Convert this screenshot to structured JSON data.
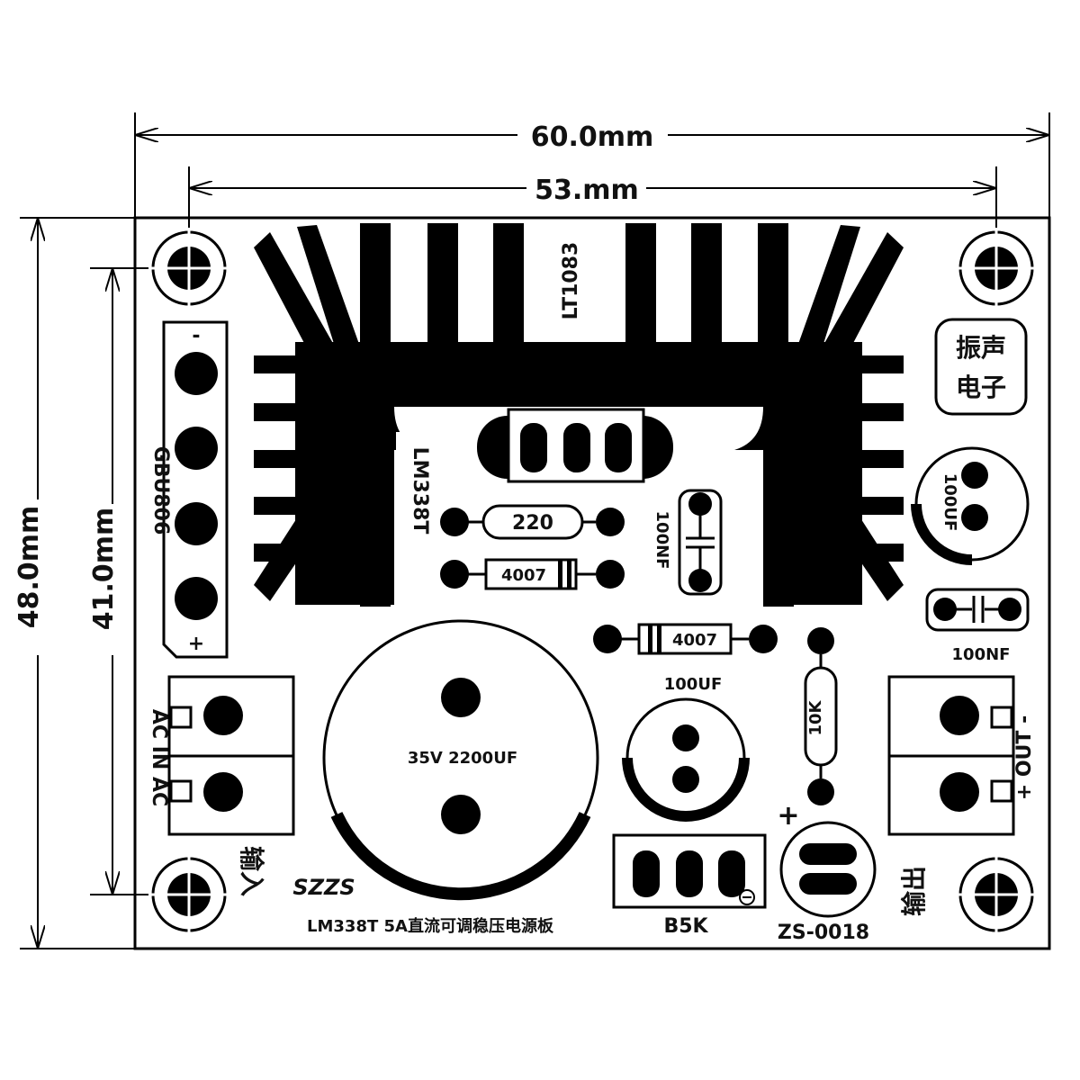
{
  "dimensions": {
    "width_outer": "60.0mm",
    "width_holes": "53.mm",
    "height_outer": "48.0mm",
    "height_holes": "41.0mm"
  },
  "components": {
    "heatsink_top": "LT1083",
    "heatsink_left": "LM338T",
    "rectifier": "GBU806",
    "rectifier_minus": "-",
    "rectifier_plus": "+",
    "brand": "振声\n电子",
    "brand_line1": "振声",
    "brand_line2": "电子",
    "cap_right_top": "100UF",
    "resistor_220": "220",
    "diode_1": "4007",
    "diode_2": "4007",
    "cap_film_mid": "100NF",
    "cap_film_right": "100NF",
    "cap_mid": "100UF",
    "cap_big": "35V 2200UF",
    "resistor_10k": "10K",
    "ac_in": "AC IN AC",
    "input_cn": "输入",
    "output_cn": "输出",
    "out_label": "+ OUT -",
    "pot": "B5K",
    "led_plus": "+",
    "model": "ZS-0018",
    "maker": "SZZS",
    "board_title": "LM338T 5A直流可调稳压电源板"
  }
}
